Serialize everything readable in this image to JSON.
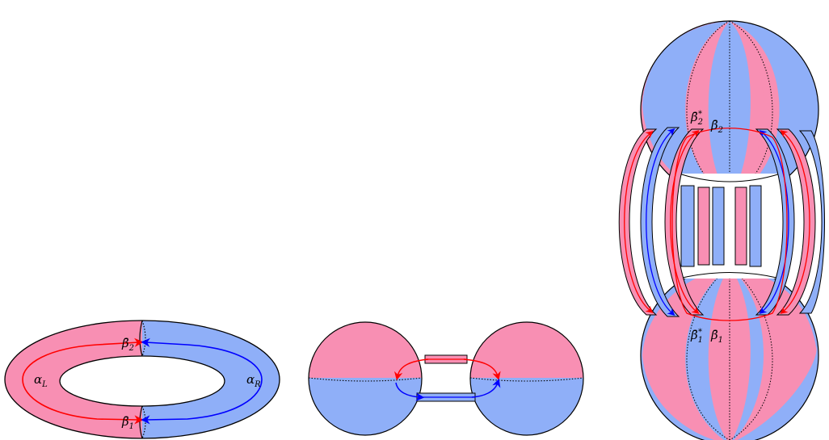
{
  "colors": {
    "pink": "#F88FB3",
    "blue": "#8FAFF8",
    "red_curve": "#FF0000",
    "blue_curve": "#0000FF",
    "outline": "#000000"
  },
  "torus": {
    "labels": {
      "alpha_L": "α",
      "alpha_L_sub": "L",
      "alpha_R": "α",
      "alpha_R_sub": "R",
      "beta2": "β̄",
      "beta2_sub": "2",
      "beta1": "β̄",
      "beta1_sub": "1"
    }
  },
  "covering": {
    "labels": {
      "beta2_star": "β̄",
      "beta2_star_sub": "2",
      "beta2_star_sup": "*",
      "beta2": "β̄",
      "beta2_sub": "2",
      "beta1_star": "β̄",
      "beta1_star_sub": "1",
      "beta1_star_sup": "*",
      "beta1": "β̄",
      "beta1_sub": "1"
    }
  }
}
